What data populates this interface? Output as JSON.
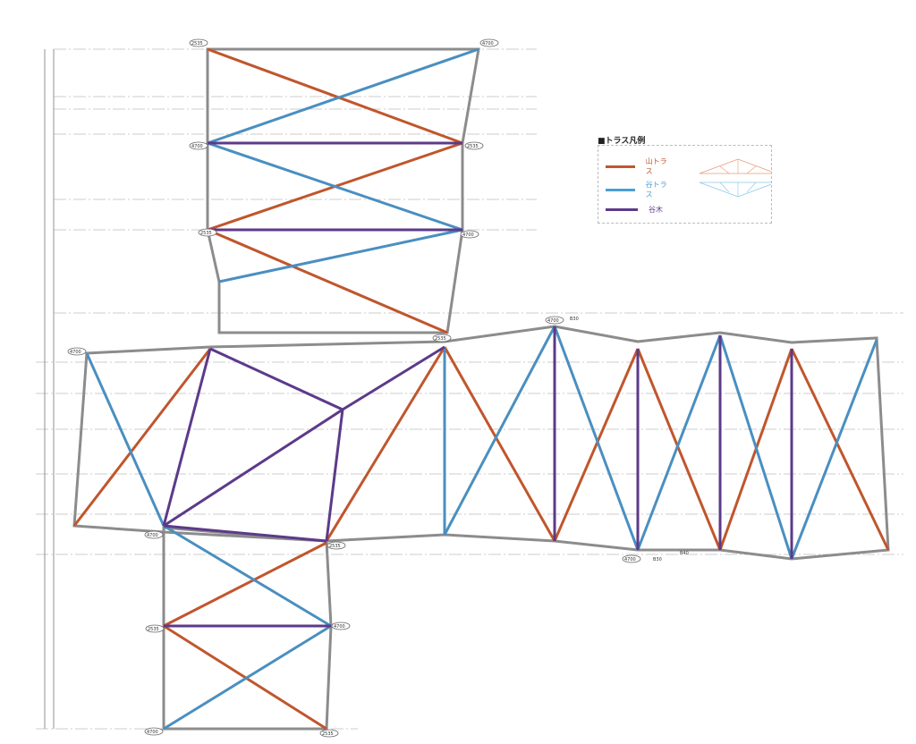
{
  "legend": {
    "title": "■トラス凡例",
    "items": [
      {
        "label": "山トラス",
        "color": "#c0562d"
      },
      {
        "label": "谷トラス",
        "color": "#4a8fc0"
      },
      {
        "label": "谷木",
        "color": "#5c3a8a"
      }
    ]
  },
  "node_labels": {
    "a": "2535",
    "b": "4700",
    "c": "B30",
    "d": "B40"
  }
}
